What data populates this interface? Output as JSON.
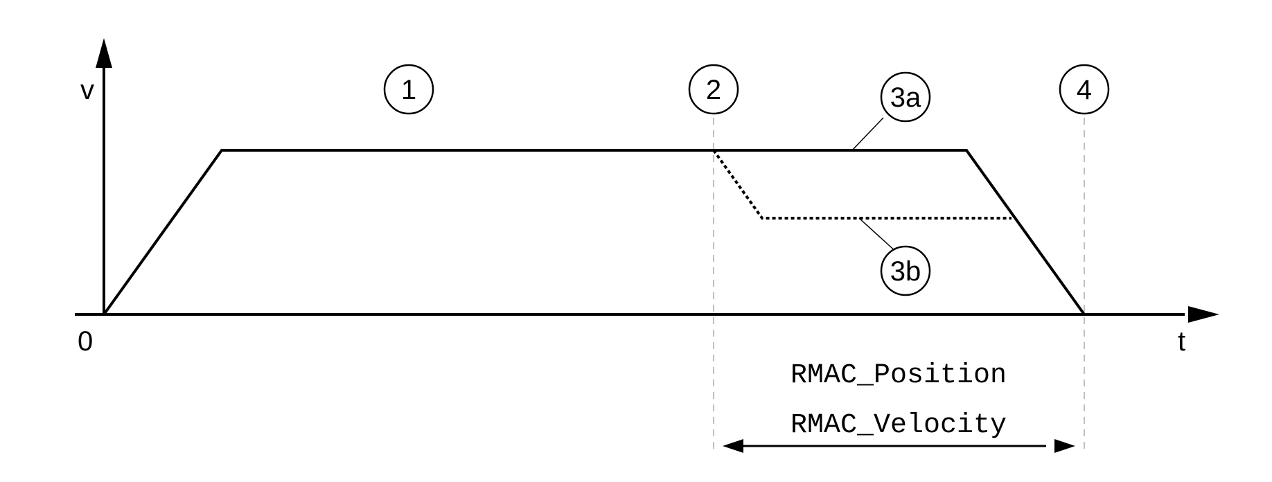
{
  "axes": {
    "y_label": "v",
    "x_label": "t",
    "origin_label": "0"
  },
  "markers": [
    "1",
    "2",
    "3a",
    "3b",
    "4"
  ],
  "parameters": {
    "position": "RMAC_Position",
    "velocity": "RMAC_Velocity"
  },
  "colors": {
    "line": "#000000",
    "guide": "#c0c0c0",
    "background": "#ffffff"
  }
}
